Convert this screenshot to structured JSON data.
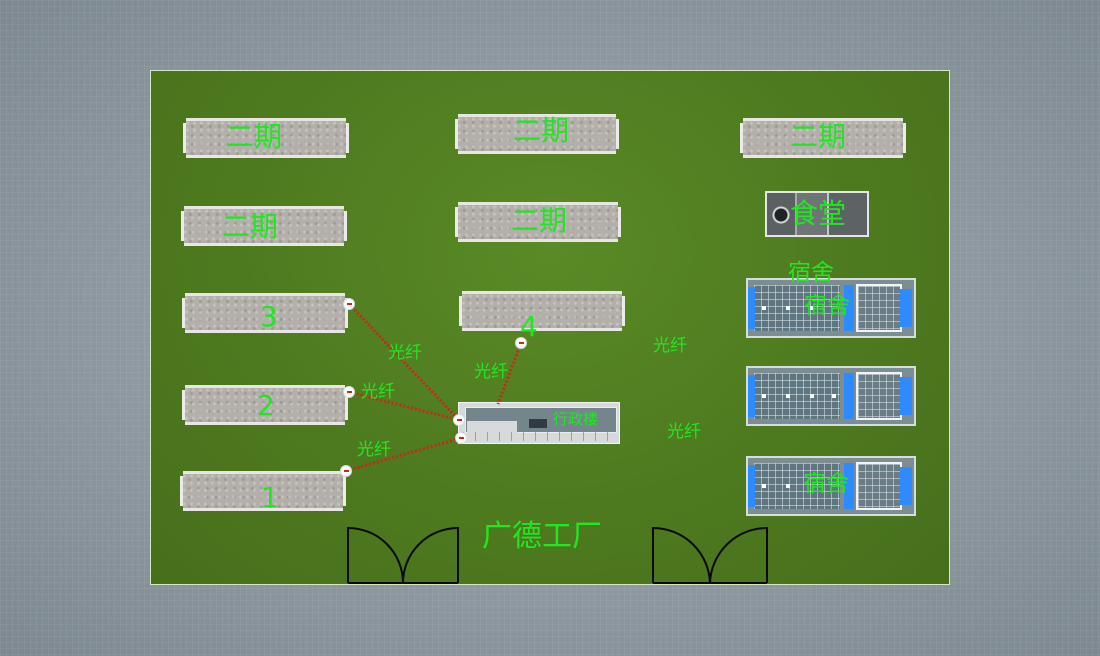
{
  "site_title": "广德工厂",
  "buildings": {
    "phase2_label": "二期",
    "workshop1": "1",
    "workshop2": "2",
    "workshop3": "3",
    "workshop4": "4",
    "admin": "行政楼",
    "canteen": "食堂",
    "dorm": "宿舍"
  },
  "fiber_label": "光纤",
  "colors": {
    "ground": "#4e7a1f",
    "label": "#22e622",
    "fiber_line": "#c52a1b",
    "dorm_accent": "#2e8bff"
  }
}
